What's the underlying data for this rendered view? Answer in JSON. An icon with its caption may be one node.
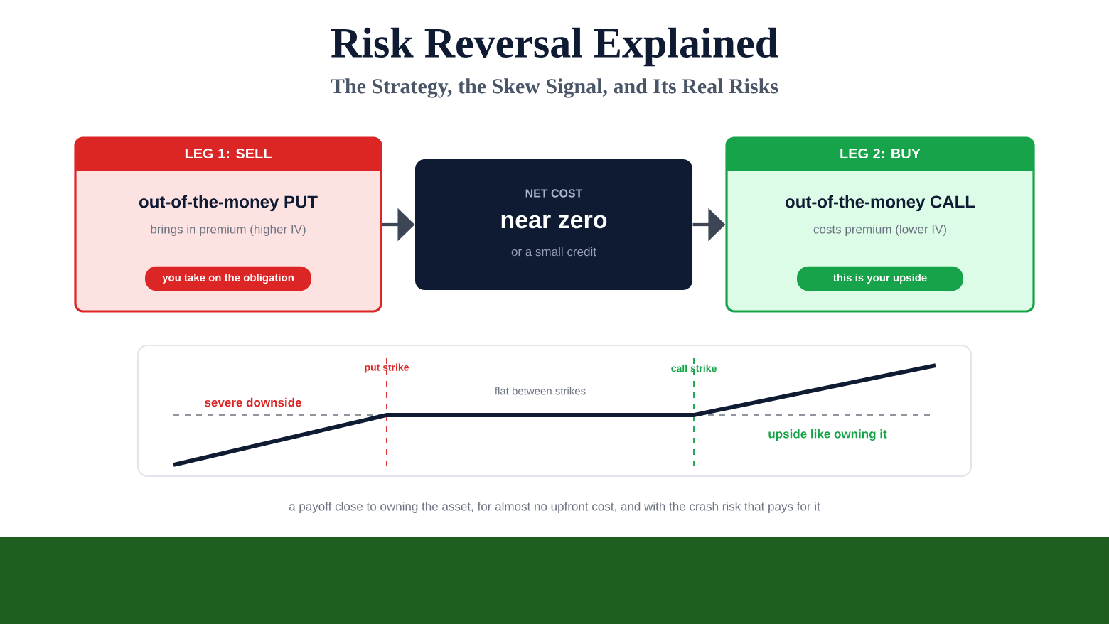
{
  "diagram": {
    "title": "Risk Reversal Explained",
    "caption": "a payoff close to owning the asset, for almost no upfront cost, and with the crash risk that pays for it",
    "nodes": [
      {
        "text": [
          "The Strategy, the Skew Signal, and Its Real Risks"
        ]
      },
      {
        "text": [
          "LEG 1: SELL",
          "out-of-the-money PUT",
          "brings in premium (higher IV)"
        ]
      },
      {
        "text": [
          "you take on the obligation"
        ],
        "in": 1
      },
      {
        "text": [
          "NET COST",
          "near zero",
          "or a small credit"
        ]
      },
      {
        "text": [
          "LEG 2: BUY",
          "out-of-the-money CALL",
          "costs premium (lower IV)"
        ]
      },
      {
        "text": [
          "this is your upside"
        ],
        "in": 4
      }
    ],
    "edges": [
      {
        "from": 1,
        "to": 3,
        "arrow": "to"
      },
      {
        "from": 3,
        "to": 4,
        "arrow": "to"
      }
    ],
    "labels": [
      "put strike",
      "call strike",
      "severe downside",
      "flat between strikes",
      "upside like owning it"
    ]
  }
}
